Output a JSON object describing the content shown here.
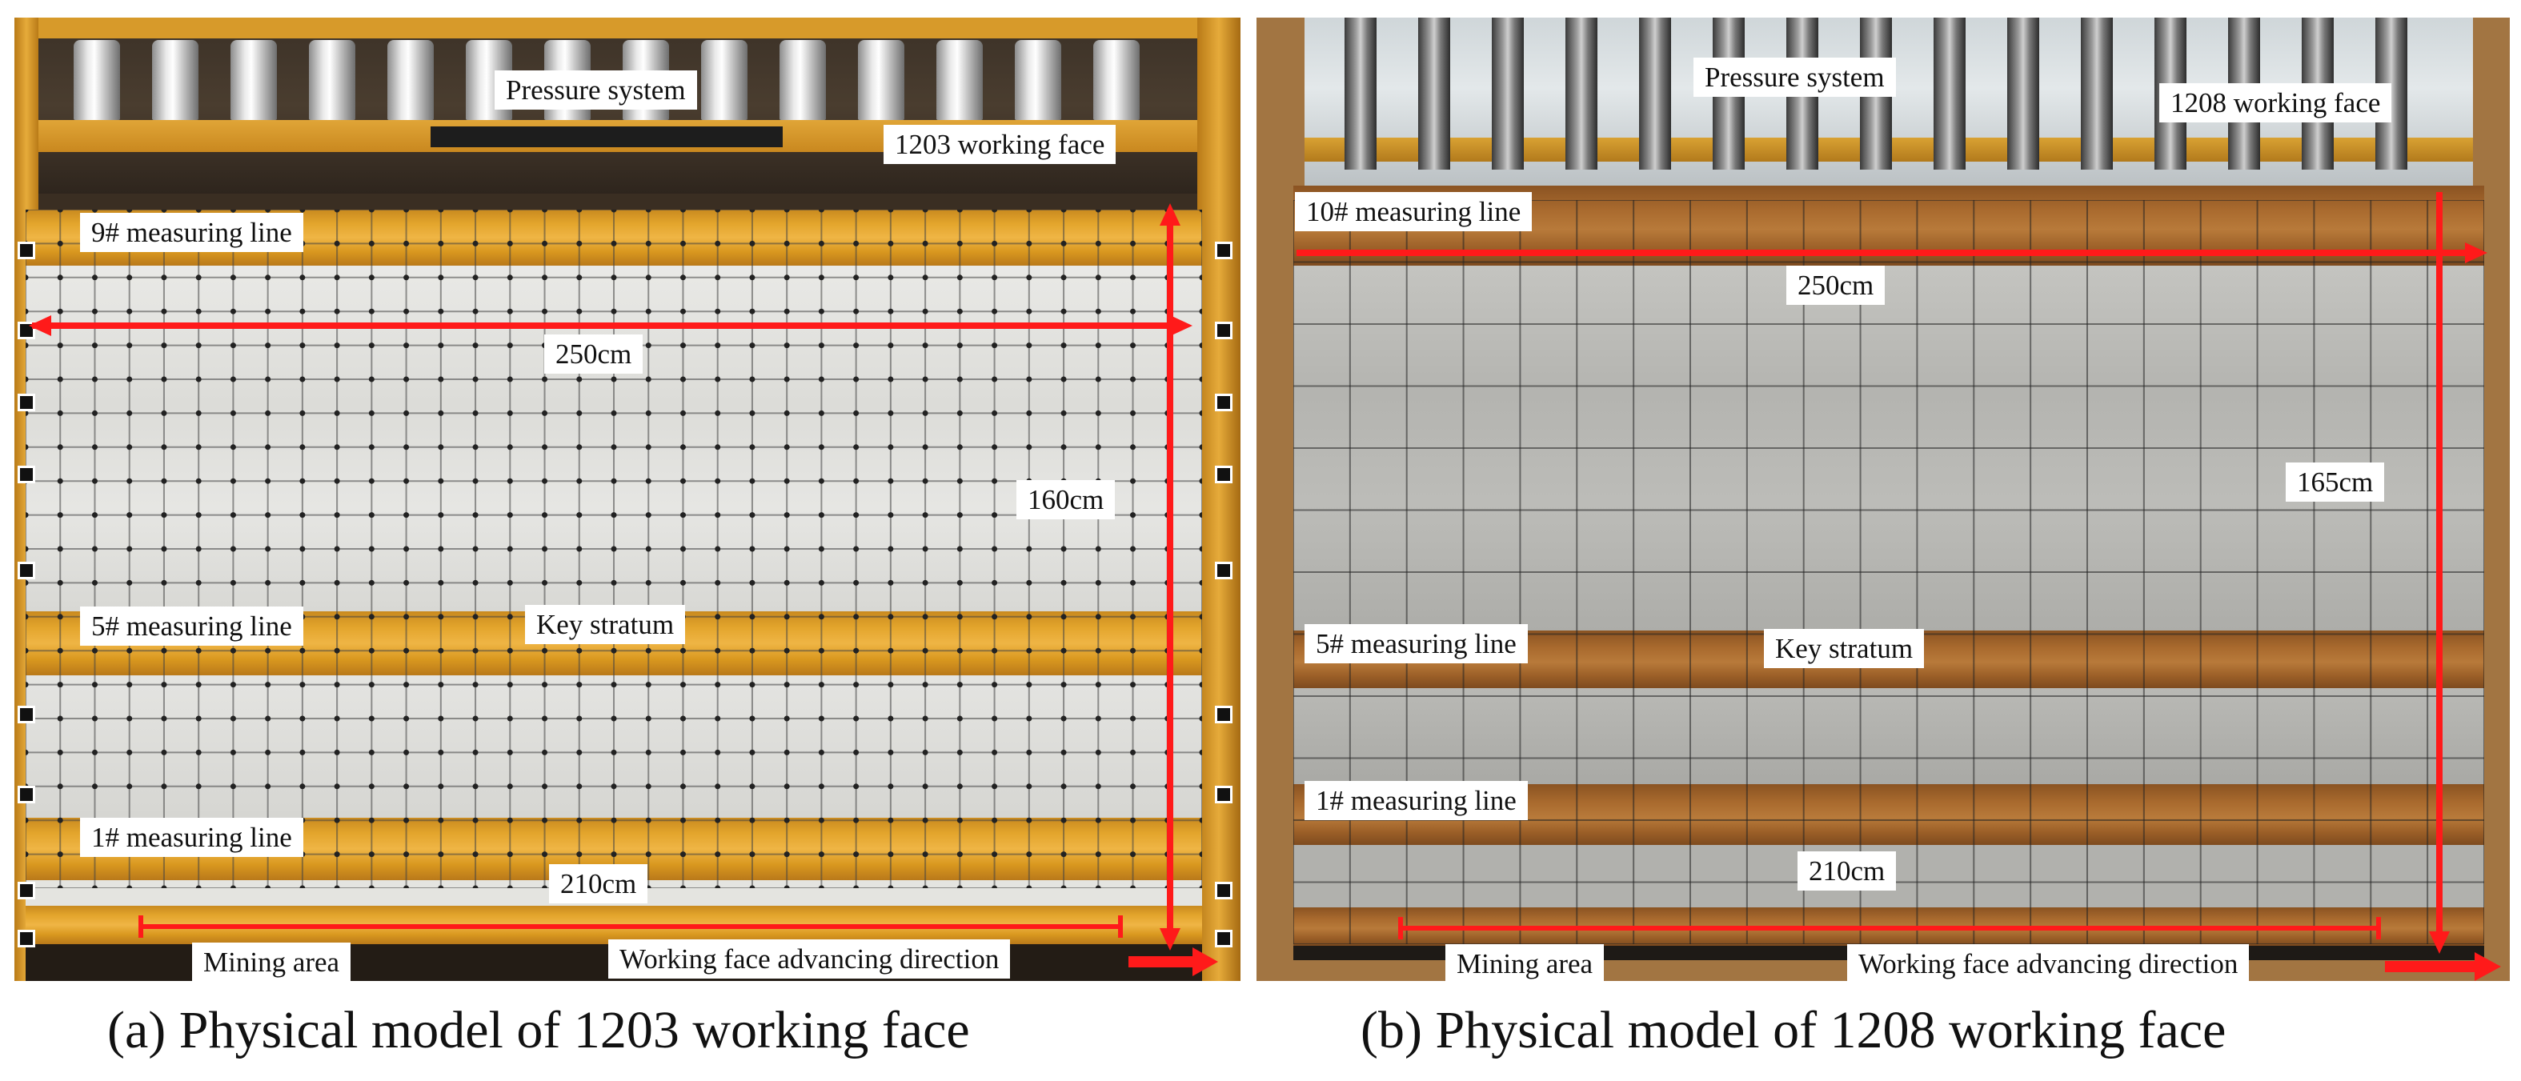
{
  "panel_a": {
    "labels": {
      "pressure": "Pressure system",
      "face": "1203 working face",
      "line9": "9# measuring line",
      "width": "250cm",
      "height": "160cm",
      "line5": "5# measuring line",
      "key": "Key stratum",
      "line1": "1# measuring line",
      "length": "210cm",
      "mining": "Mining area",
      "advance": "Working face advancing direction"
    },
    "caption": "(a) Physical model of 1203 working face"
  },
  "panel_b": {
    "labels": {
      "pressure": "Pressure system",
      "face": "1208 working face",
      "line10": "10# measuring line",
      "width": "250cm",
      "height": "165cm",
      "line5": "5# measuring line",
      "key": "Key stratum",
      "line1": "1# measuring line",
      "length": "210cm",
      "mining": "Mining area",
      "advance": "Working face advancing direction"
    },
    "caption": "(b) Physical model of 1208 working face"
  },
  "colors": {
    "arrow": "#ff1a1a",
    "band_a": "#e3a52c",
    "band_b": "#a96a2e",
    "rock_a": "#e6e6e4",
    "rock_b": "#b9b9b5",
    "frame_b": "#a27542"
  }
}
